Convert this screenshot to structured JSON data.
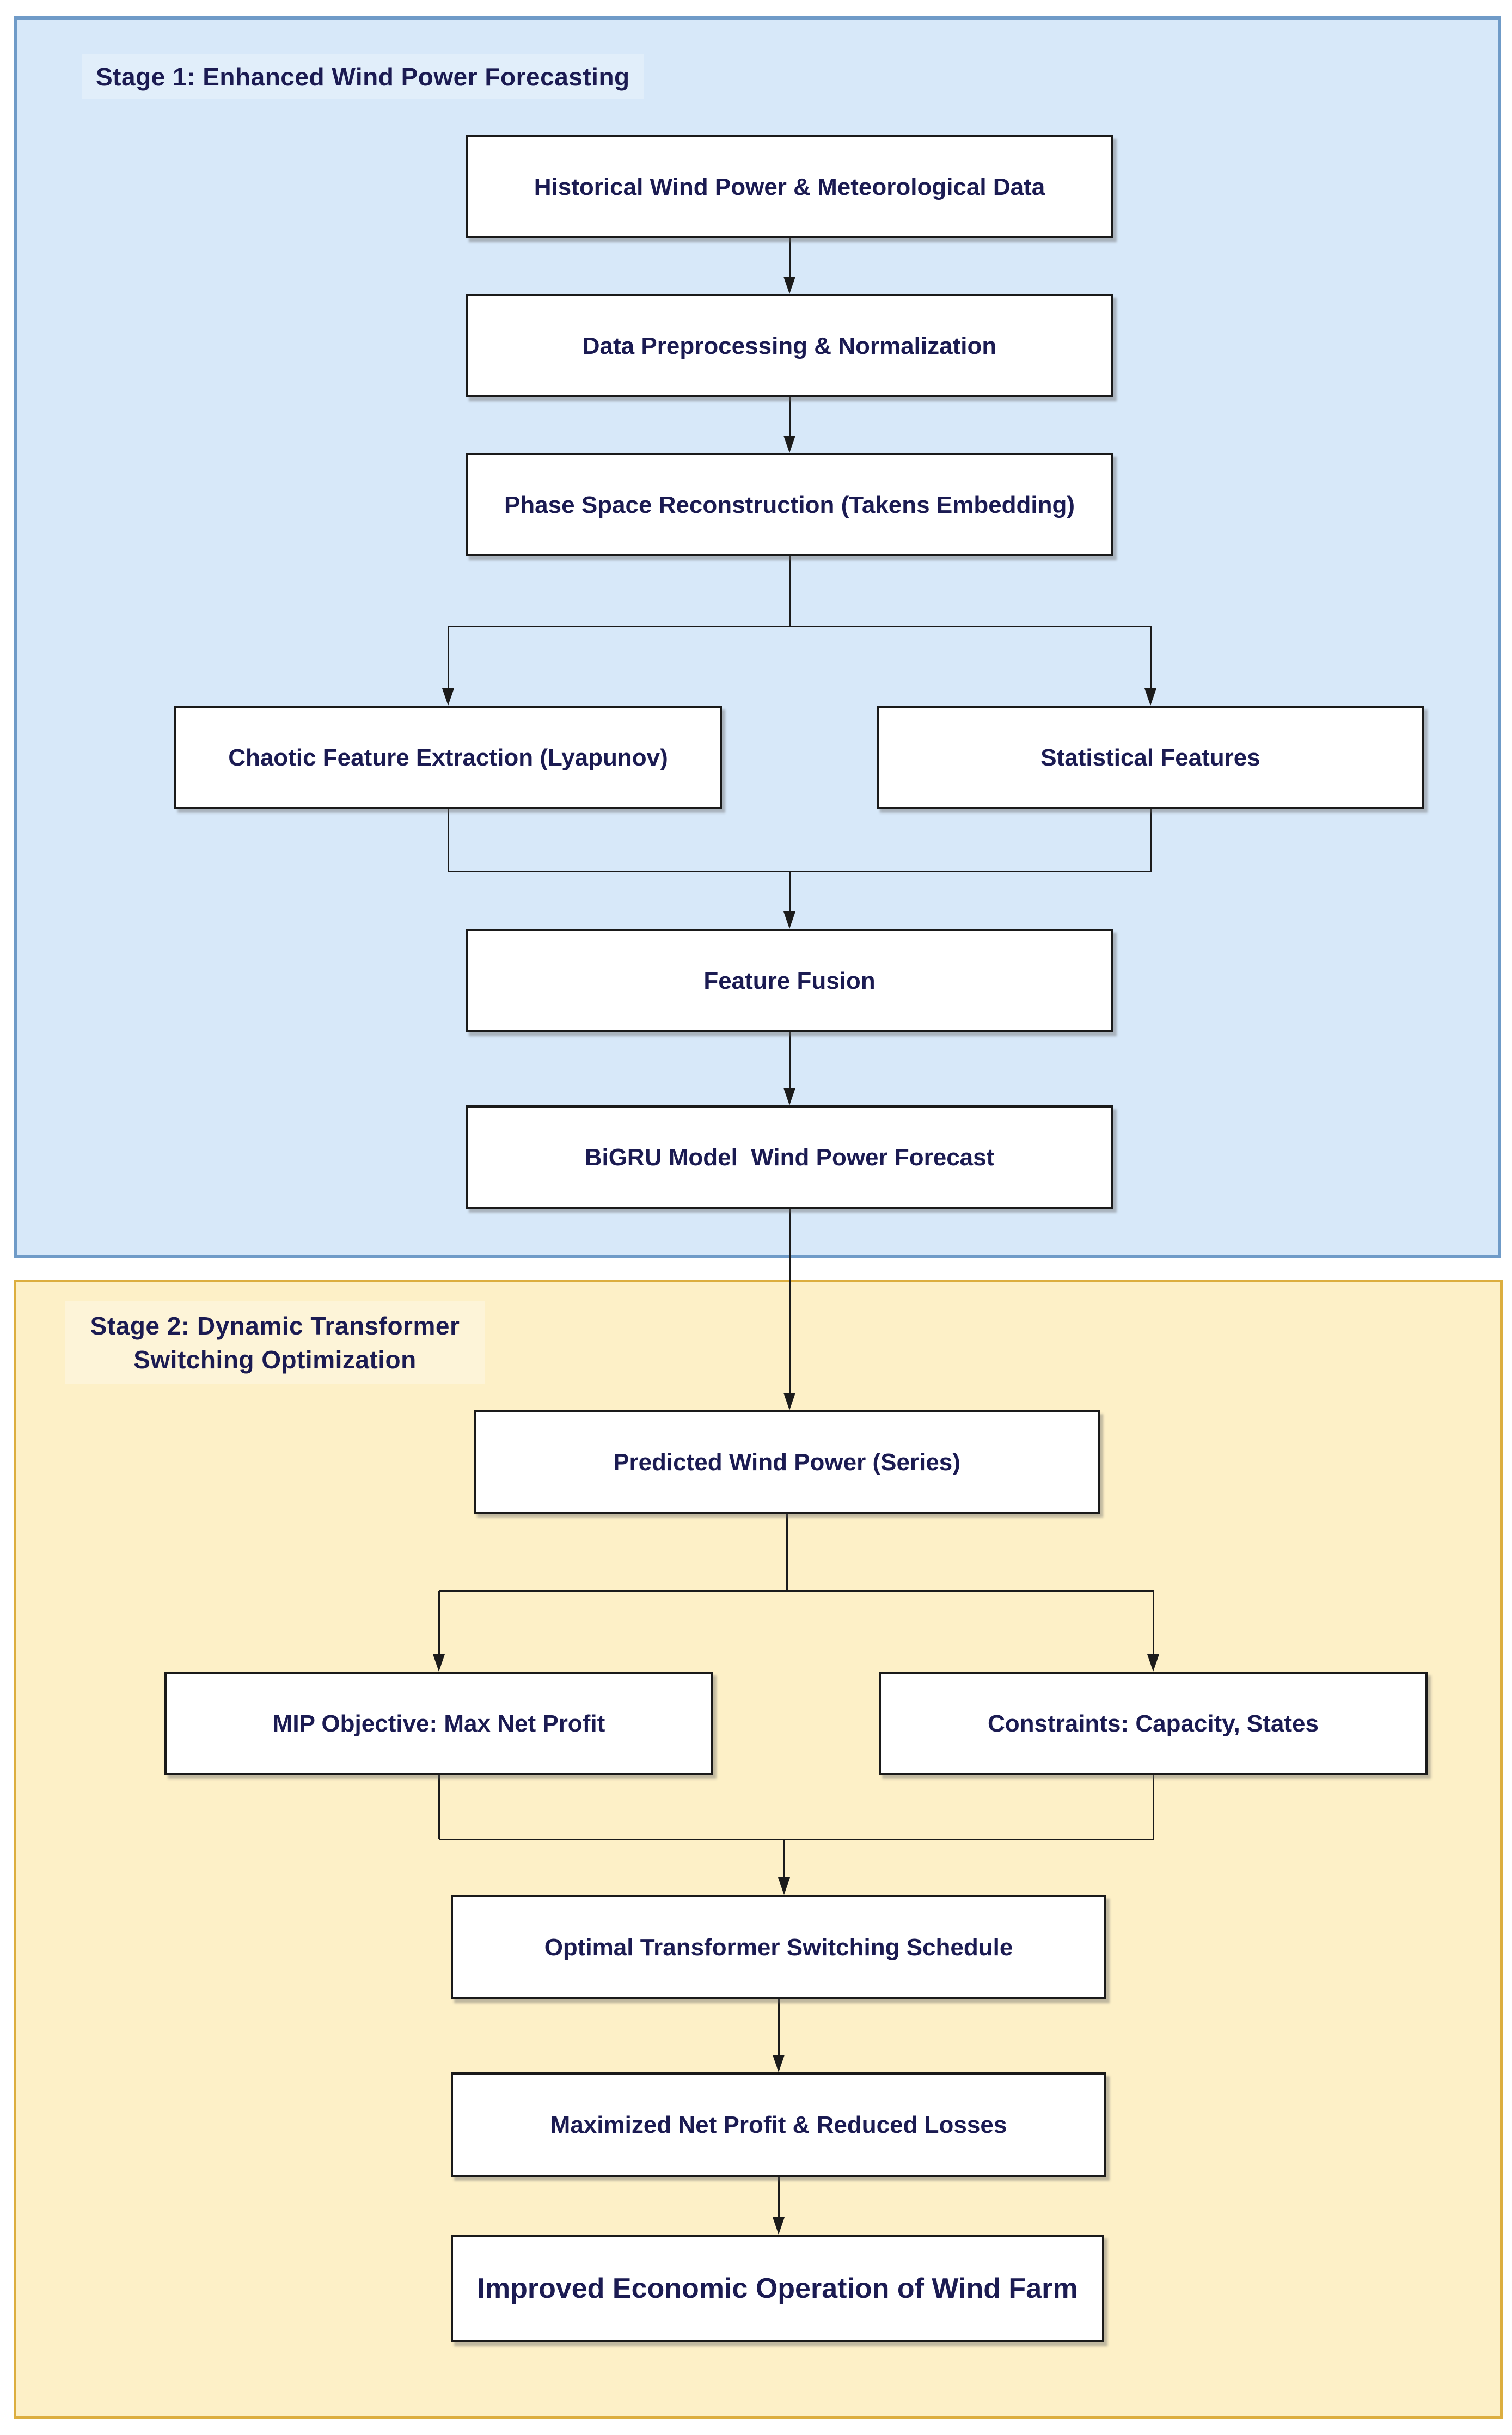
{
  "colors": {
    "stage1_fill": "#d7e8f9",
    "stage1_border": "#6f9bc8",
    "stage2_fill": "#fdf0c7",
    "stage2_border": "#dcae3f",
    "node_fill": "#ffffff",
    "node_border": "#1a1a1a",
    "text": "#1b1b52",
    "connector": "#1b1b1b"
  },
  "stage1": {
    "title": "Stage 1: Enhanced Wind Power Forecasting",
    "nodes": {
      "historical": {
        "label": "Historical Wind Power & Meteorological Data"
      },
      "preprocessing": {
        "label": "Data Preprocessing & Normalization"
      },
      "phase": {
        "label": "Phase Space Reconstruction (Takens Embedding)"
      },
      "chaotic": {
        "label": "Chaotic Feature Extraction (Lyapunov)"
      },
      "statistical": {
        "label": "Statistical Features"
      },
      "fusion": {
        "label": "Feature Fusion"
      },
      "bigru": {
        "label": "BiGRU Model  Wind Power Forecast"
      }
    }
  },
  "stage2": {
    "title_line1": "Stage 2: Dynamic Transformer",
    "title_line2": "Switching Optimization",
    "nodes": {
      "predicted": {
        "label": "Predicted Wind Power (Series)"
      },
      "mip": {
        "label": "MIP Objective: Max Net Profit"
      },
      "constraints": {
        "label": "Constraints: Capacity, States"
      },
      "optimal": {
        "label": "Optimal Transformer Switching Schedule"
      },
      "maximized": {
        "label": "Maximized Net Profit & Reduced Losses"
      },
      "improved": {
        "label": "Improved Economic Operation of Wind Farm"
      }
    }
  }
}
